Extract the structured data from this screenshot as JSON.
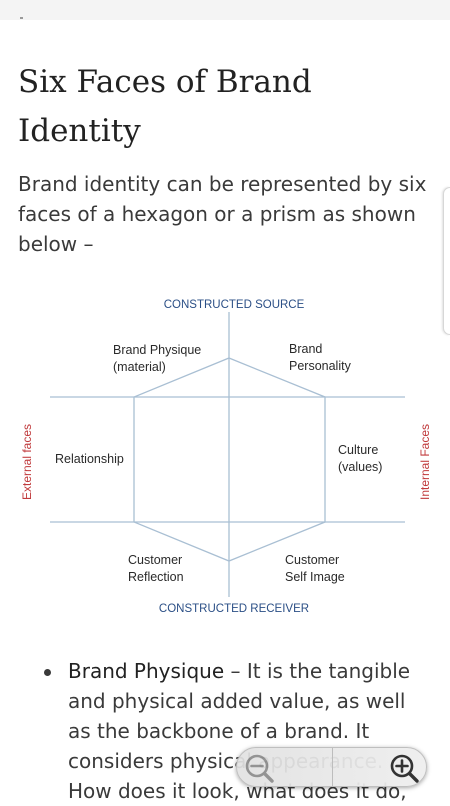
{
  "page": {
    "title": "Six Faces of Brand Identity",
    "intro": "Brand identity can be represented by six faces of a hexagon or a prism as shown below –"
  },
  "diagram": {
    "top_axis": "CONSTRUCTED SOURCE",
    "bottom_axis": "CONSTRUCTED RECEIVER",
    "left_side": "External faces",
    "right_side": "Internal Faces",
    "faces": {
      "physique_1": "Brand Physique",
      "physique_2": "(material)",
      "personality_1": "Brand",
      "personality_2": "Personality",
      "relationship": "Relationship",
      "culture_1": "Culture",
      "culture_2": "(values)",
      "reflection_1": "Customer",
      "reflection_2": "Reflection",
      "selfimage_1": "Customer",
      "selfimage_2": "Self Image"
    },
    "colors": {
      "lines": "#a9bfd3",
      "axis_text": "#2b4f86",
      "side_text": "#c0393b"
    }
  },
  "bullets": [
    {
      "term": "Brand Physique",
      "text": " – It is the tangible and physical added value, as well as the backbone of a brand. It considers physical appearance. How does it look, what does it do,"
    }
  ],
  "zoom": {
    "out_icon": "zoom-out-icon",
    "in_icon": "zoom-in-icon"
  }
}
